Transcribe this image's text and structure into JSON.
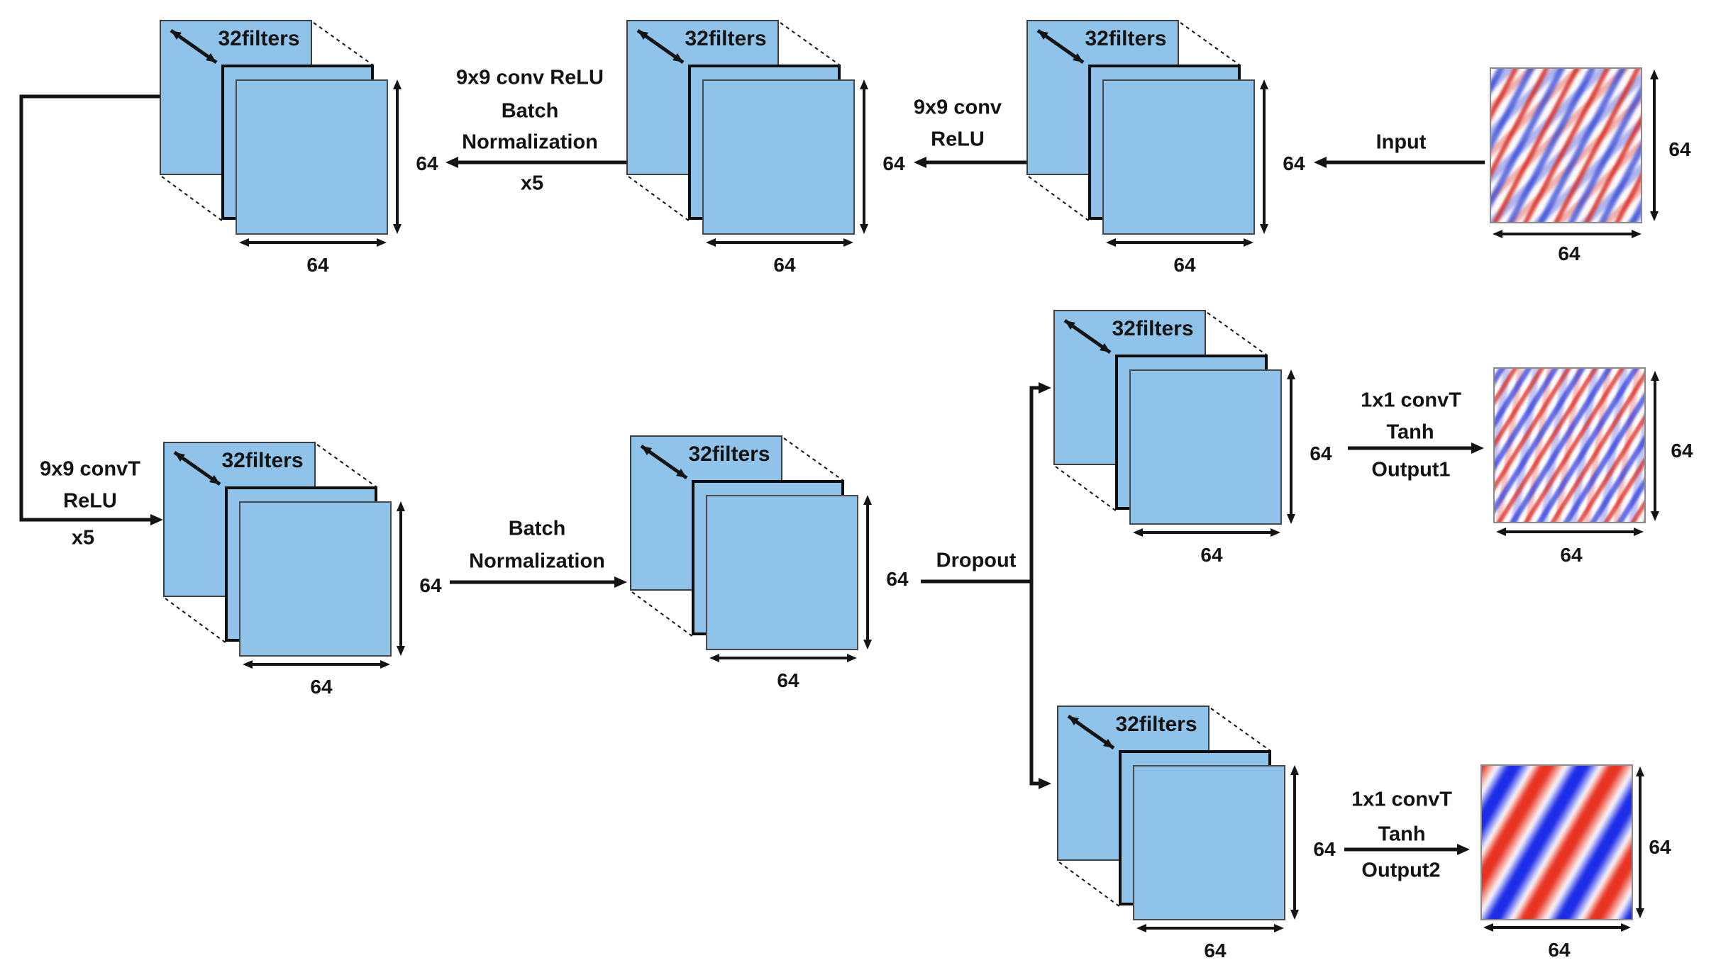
{
  "diagram": {
    "stack": {
      "filters_label": "32filters",
      "height_label": "64",
      "width_label": "64"
    },
    "images": {
      "input": {
        "height_label": "64",
        "width_label": "64"
      },
      "output1": {
        "height_label": "64",
        "width_label": "64"
      },
      "output2": {
        "height_label": "64",
        "width_label": "64"
      }
    },
    "edges": {
      "conv_bn": {
        "line1": "9x9 conv ReLU",
        "line2": "Batch",
        "line3": "Normalization",
        "repeat": "x5"
      },
      "conv_relu": {
        "line1": "9x9 conv",
        "line2": "ReLU"
      },
      "input": {
        "label": "Input"
      },
      "skip_convt": {
        "line1": "9x9 convT",
        "line2": "ReLU",
        "repeat": "x5"
      },
      "batch_norm": {
        "line1": "Batch",
        "line2": "Normalization"
      },
      "dropout": {
        "label": "Dropout"
      },
      "output1": {
        "line1": "1x1 convT",
        "line2": "Tanh",
        "line3": "Output1"
      },
      "output2": {
        "line1": "1x1 convT",
        "line2": "Tanh",
        "line3": "Output2"
      }
    },
    "colors": {
      "panel": "#8FC3E9",
      "line": "#141414",
      "red": "#E5261A",
      "blue": "#1D2CE8"
    }
  }
}
